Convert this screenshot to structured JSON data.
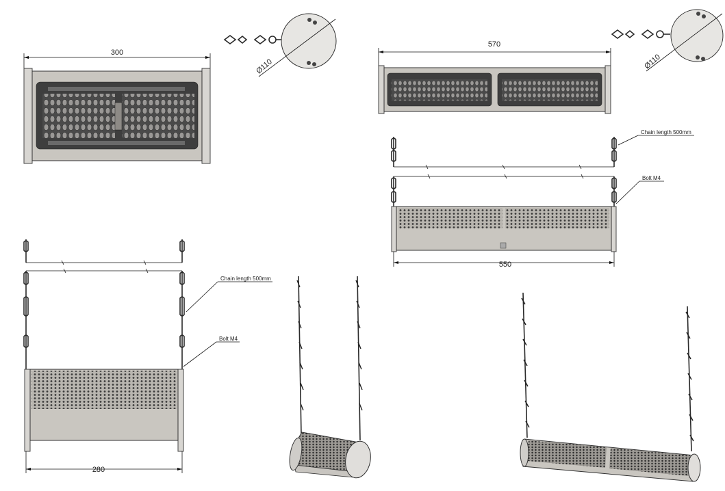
{
  "views": {
    "top_small": {
      "width_label": "300"
    },
    "top_large": {
      "width_label": "570"
    },
    "end_view_small": {
      "diameter_label": "Ø110"
    },
    "end_view_large": {
      "diameter_label": "Ø110"
    },
    "side_small": {
      "width_label": "280",
      "chain_note": "Chain length 500mm",
      "bolt_note": "Bolt M4"
    },
    "side_large": {
      "width_label": "550",
      "chain_note": "Chain length 500mm",
      "bolt_note": "Bolt M4"
    }
  },
  "colors": {
    "body": "#c9c6c0",
    "panel": "#3e3e3e",
    "line": "#111111"
  }
}
